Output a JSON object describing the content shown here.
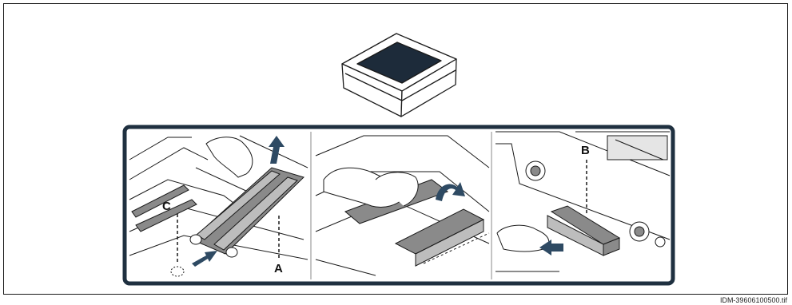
{
  "callouts": {
    "a": "A",
    "b": "B",
    "c": "C"
  },
  "footer": {
    "file_id": "IDM-39606100500.tif"
  },
  "colors": {
    "panel_border": "#1f3040",
    "gray_fill": "#8a8a8a",
    "dark_fill": "#1d2b3a",
    "arrow_fill": "#2e4a63"
  },
  "icons": {
    "top": "closed-box-icon",
    "step1": "grease-tray-removal-icon",
    "step2": "tray-cleaning-icon",
    "step3": "tray-insertion-icon"
  }
}
